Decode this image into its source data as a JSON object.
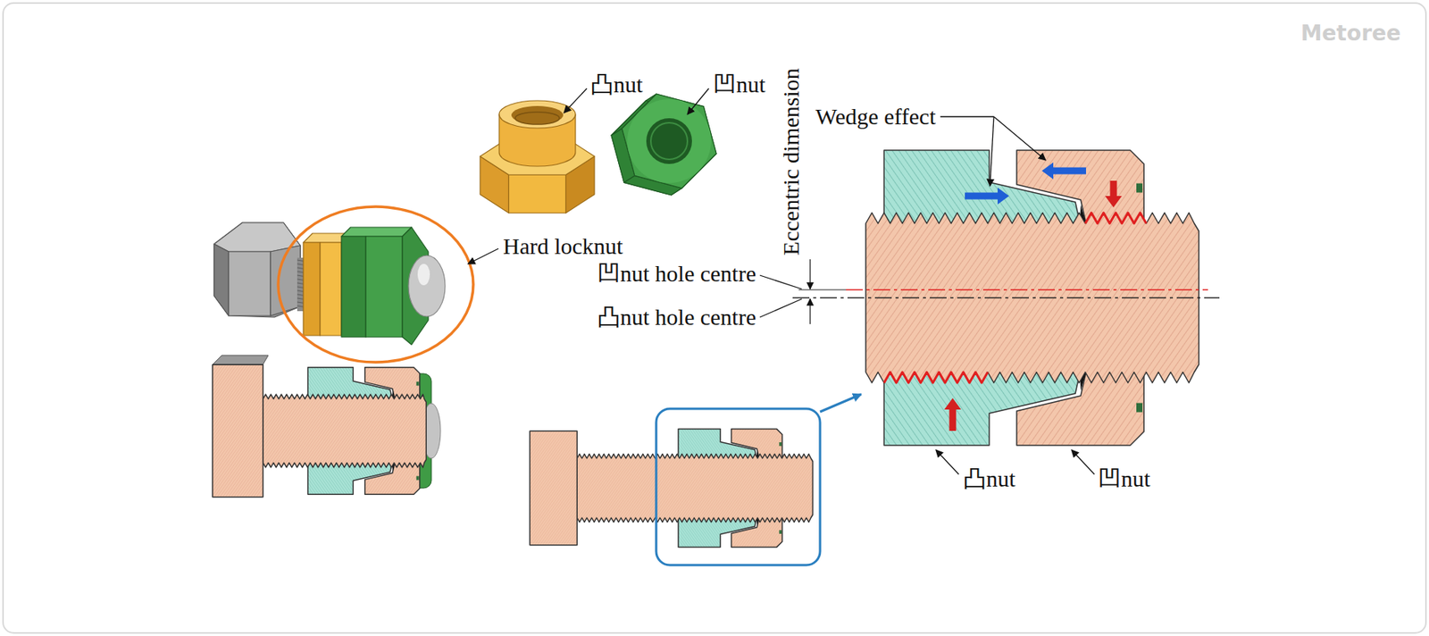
{
  "diagram": {
    "labels": [
      "凸nut",
      "凹nut",
      "Eccentric dimension",
      "Wedge effect",
      "Hard locknut",
      "凹nut hole centre",
      "凸nut hole centre",
      "凸nut",
      "凹nut",
      "Metoree"
    ]
  }
}
